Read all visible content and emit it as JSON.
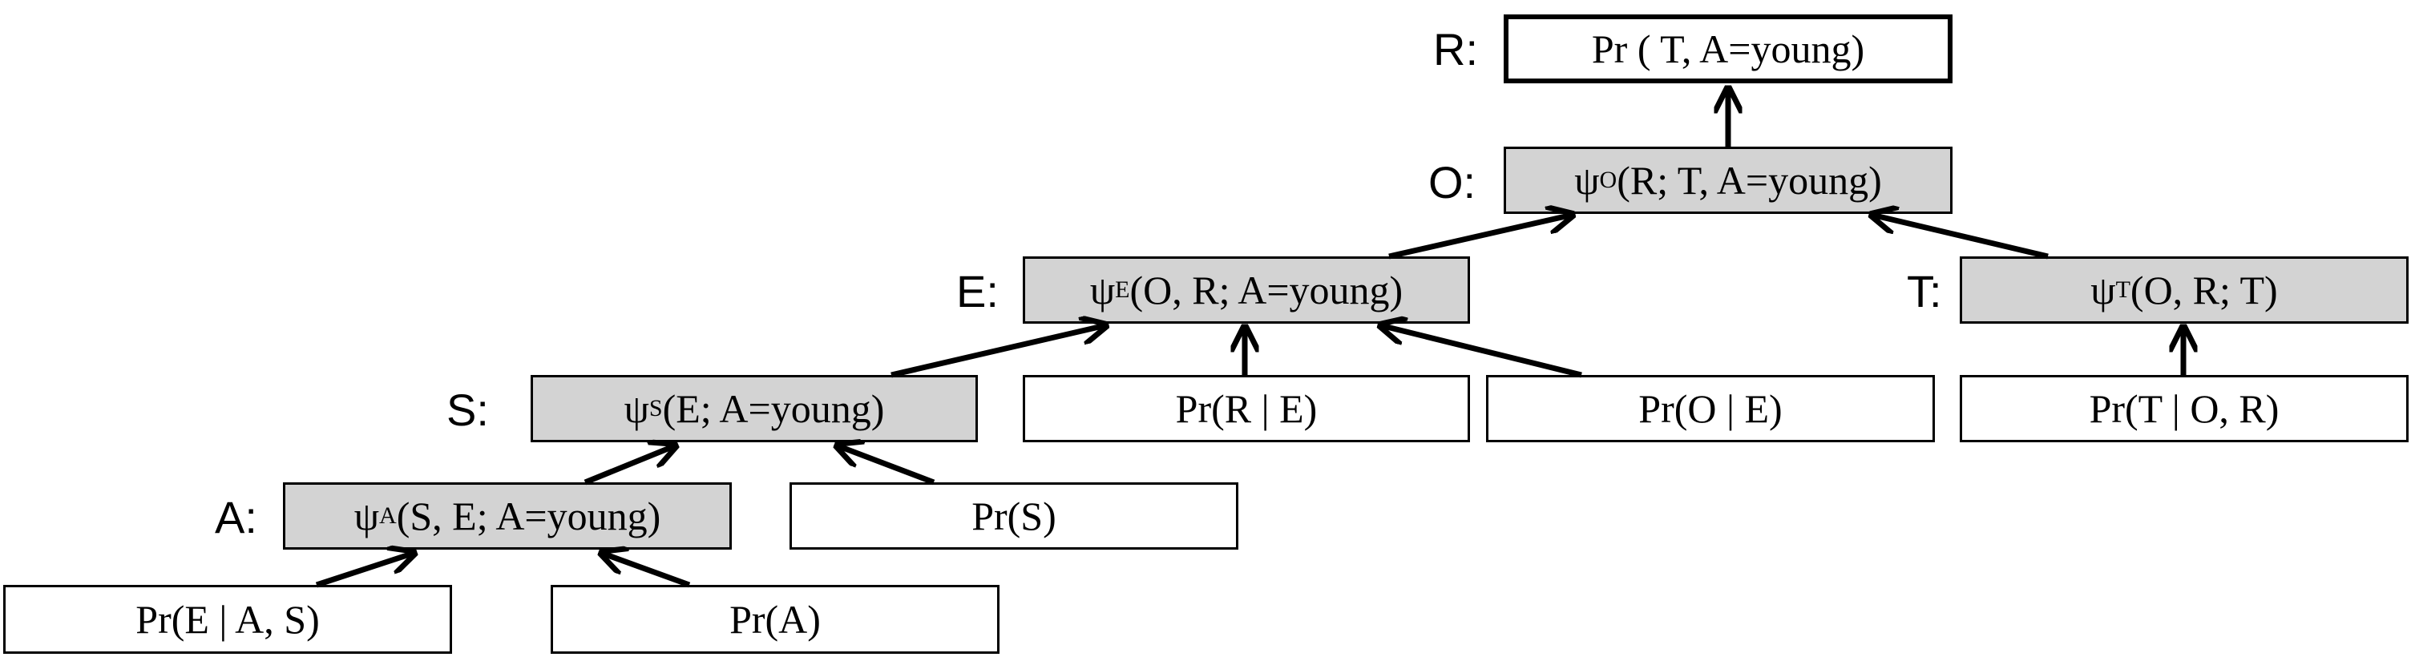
{
  "labels": {
    "R": "R:",
    "O": "O:",
    "E": "E:",
    "T": "T:",
    "S": "S:",
    "A": "A:"
  },
  "nodes": {
    "root": "Pr ( T, A=young)",
    "psi_O": {
      "sym": "ψ",
      "sub": "O",
      "args": "(R; T, A=young)"
    },
    "psi_E": {
      "sym": "ψ",
      "sub": "E",
      "args": "(O, R; A=young)"
    },
    "psi_T": {
      "sym": "ψ",
      "sub": "T",
      "args": "(O, R; T)"
    },
    "psi_S": {
      "sym": "ψ",
      "sub": "S",
      "args": "(E; A=young)"
    },
    "psi_A": {
      "sym": "ψ",
      "sub": "A",
      "args": "(S, E; A=young)"
    },
    "pr_R_E": "Pr(R | E)",
    "pr_O_E": "Pr(O | E)",
    "pr_T_OR": "Pr(T | O, R)",
    "pr_S": "Pr(S)",
    "pr_E_AS": "Pr(E | A, S)",
    "pr_A": "Pr(A)"
  }
}
